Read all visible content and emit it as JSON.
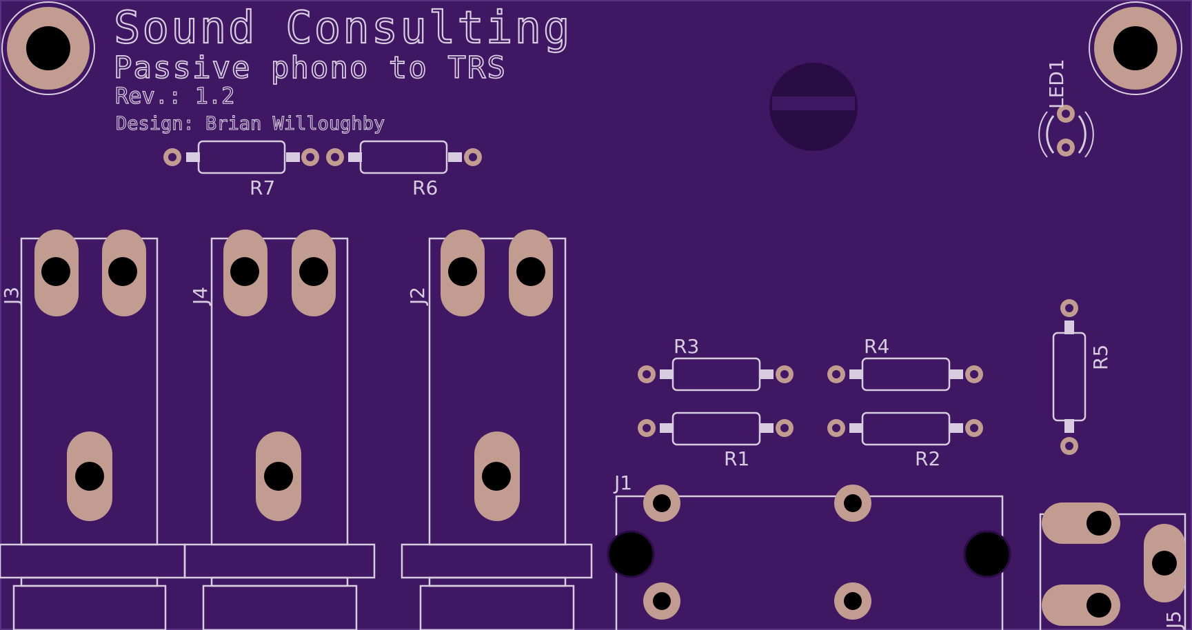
{
  "board": {
    "title": "Sound Consulting",
    "subtitle": "Passive phono to TRS",
    "revision": "Rev.: 1.2",
    "designer": "Design: Brian Willoughby",
    "colors": {
      "board": "#3f1763",
      "edge": "#5b3380",
      "silk": "#d8cde0",
      "copper": "#c29b91",
      "hole": "#000000",
      "logo": "#2a0c45"
    }
  },
  "labels": {
    "r1": "R1",
    "r2": "R2",
    "r3": "R3",
    "r4": "R4",
    "r5": "R5",
    "r6": "R6",
    "r7": "R7",
    "j1": "J1",
    "j2": "J2",
    "j3": "J3",
    "j4": "J4",
    "j5": "J5",
    "led1": "LED1"
  }
}
